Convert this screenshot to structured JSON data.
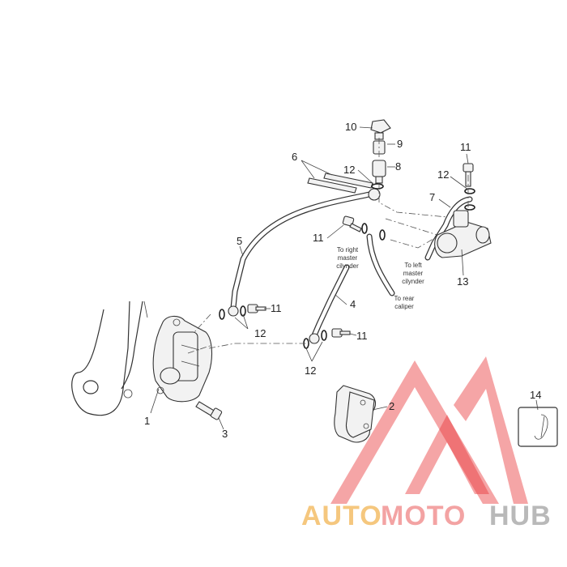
{
  "callouts": [
    {
      "id": "c1",
      "text": "1"
    },
    {
      "id": "c2",
      "text": "2"
    },
    {
      "id": "c3",
      "text": "3"
    },
    {
      "id": "c4",
      "text": "4"
    },
    {
      "id": "c5",
      "text": "5"
    },
    {
      "id": "c6",
      "text": "6"
    },
    {
      "id": "c7",
      "text": "7"
    },
    {
      "id": "c8",
      "text": "8"
    },
    {
      "id": "c9",
      "text": "9"
    },
    {
      "id": "c10",
      "text": "10"
    },
    {
      "id": "c11a",
      "text": "11"
    },
    {
      "id": "c11b",
      "text": "11"
    },
    {
      "id": "c11c",
      "text": "11"
    },
    {
      "id": "c11d",
      "text": "11"
    },
    {
      "id": "c12a",
      "text": "12"
    },
    {
      "id": "c12b",
      "text": "12"
    },
    {
      "id": "c12c",
      "text": "12"
    },
    {
      "id": "c12d",
      "text": "12"
    },
    {
      "id": "c13",
      "text": "13"
    },
    {
      "id": "c14",
      "text": "14"
    }
  ],
  "notes": {
    "right_master": [
      "To right",
      "master",
      "cilynder"
    ],
    "rear_caliper": [
      "To rear",
      "caliper"
    ],
    "left_master": [
      "To left",
      "master",
      "cilynder"
    ]
  },
  "watermark": {
    "part1": "AUTO",
    "part2": "MOTO",
    "part3": "HUB",
    "colors": {
      "auto": "#f5c77e",
      "moto": "#f3a3a3",
      "hub": "#b9b9b9",
      "triangle": "#e8383a"
    }
  }
}
